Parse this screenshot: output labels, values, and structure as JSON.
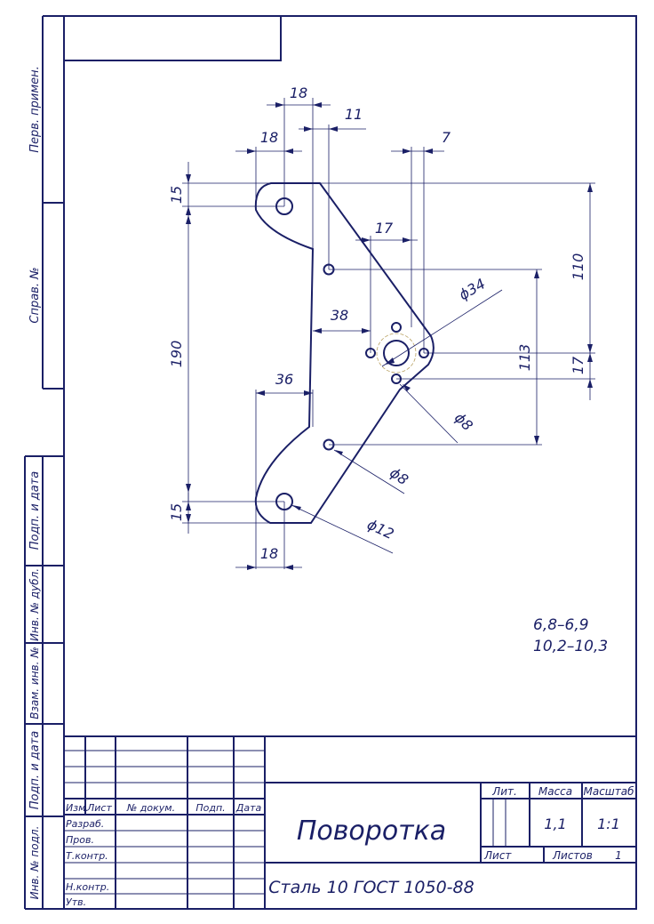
{
  "side_labels": {
    "perv_primen": "Перв. примен.",
    "sprav_no": "Справ. №",
    "podp_i_data_1": "Подп. и дата",
    "inv_no_dubl": "Инв. № дубл.",
    "vzam_inv_no": "Взам. инв. №",
    "podp_i_data_2": "Подп. и дата",
    "inv_no_podl": "Инв. № подл."
  },
  "dimensions": {
    "d18_top": "18",
    "d11": "11",
    "d18_left": "18",
    "d7": "7",
    "d15_top": "15",
    "d17_mid": "17",
    "d110": "110",
    "d_phi34": "ϕ34",
    "d38": "38",
    "d190": "190",
    "d113": "113",
    "d17_right": "17",
    "d36": "36",
    "d_phi8_a": "ϕ8",
    "d_phi8_b": "ϕ8",
    "d15_bottom": "15",
    "d_phi12": "ϕ12",
    "d18_bottom": "18"
  },
  "notes": {
    "line1": "6,8–6,9",
    "line2": "10,2–10,3"
  },
  "title_block": {
    "headers": {
      "izm": "Изм.",
      "list": "Лист",
      "no_dokum": "№ докум.",
      "podp": "Подп.",
      "data": "Дата"
    },
    "roles": {
      "razrab": "Разраб.",
      "prov": "Пров.",
      "tkontr": "Т.контр.",
      "nkontr": "Н.контр.",
      "utv": "Утв."
    },
    "name": "Поворотка",
    "material": "Сталь 10  ГОСТ 1050-88",
    "lit": "Лит.",
    "massa": "Масса",
    "masshtab": "Масштаб",
    "massa_value": "1,1",
    "masshtab_value": "1:1",
    "list_label": "Лист",
    "listov_label": "Листов",
    "listov_value": "1"
  }
}
